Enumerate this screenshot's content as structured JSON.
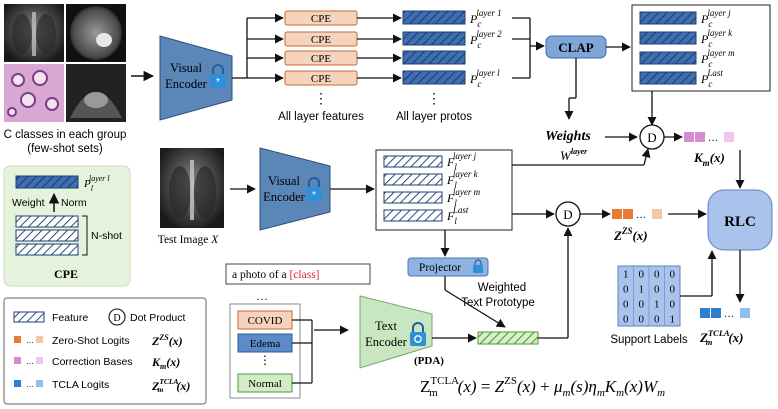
{
  "colors": {
    "encoder_blue": "#5b86b8",
    "cpe_orange": "#f5d3bd",
    "cpe_border": "#c76a33",
    "proto_blue": "#3e6fb3",
    "clap_blue": "#7ea6d9",
    "rlc_blue": "#aac3ec",
    "text_green": "#c8e6c0",
    "cpe_panel_green": "#e6f3dc",
    "lock_blue": "#2f8fd8",
    "class_red": "#e0262a",
    "covid_orange": "#f7d3bd",
    "edema_blue": "#5b8cc8",
    "normal_green": "#d2ecc6",
    "zs_orange": "#e97a32",
    "zs_light": "#f4c7a4",
    "corr_pink": "#d98bcf",
    "corr_light": "#f0c7ea",
    "tcla_blue": "#2f7fd0",
    "tcla_light": "#8ec0ee"
  },
  "top": {
    "caption_line1": "C classes in each group",
    "caption_line2": "(few-shot sets)",
    "visual_encoder_line1": "Visual",
    "visual_encoder_line2": "Encoder",
    "cpe_labels": [
      "CPE",
      "CPE",
      "CPE",
      "CPE"
    ],
    "proto_labels": [
      {
        "base": "P",
        "sub": "c",
        "sup": "layer 1"
      },
      {
        "base": "P",
        "sub": "c",
        "sup": "layer 2"
      },
      {
        "base": "P",
        "sub": "c",
        "sup": "layer l"
      }
    ],
    "ellipsis": "⋮",
    "all_layer_features": "All layer features",
    "all_layer_protos": "All layer protos",
    "clap": "CLAP",
    "selected_protos": [
      {
        "base": "P",
        "sub": "c",
        "sup": "layer j"
      },
      {
        "base": "P",
        "sub": "c",
        "sup": "layer k"
      },
      {
        "base": "P",
        "sub": "c",
        "sup": "layer m"
      },
      {
        "base": "P",
        "sub": "c",
        "sup": "Last"
      }
    ],
    "weights": "Weights",
    "weights_symbol": {
      "base": "W",
      "sup": "layer"
    },
    "dot": "D",
    "km": "K",
    "km_sub": "m",
    "km_arg": "(x)"
  },
  "cpe_panel": {
    "proto": {
      "base": "P",
      "sub": "l",
      "sup": "layer l"
    },
    "weight_norm": "Weight",
    "norm": "Norm",
    "nshot": "N-shot",
    "title": "CPE"
  },
  "middle": {
    "test_image": "Test Image",
    "test_image_var": "X",
    "visual_encoder_line1": "Visual",
    "visual_encoder_line2": "Encoder",
    "features": [
      {
        "base": "F",
        "sub": "l",
        "sup": "layer j"
      },
      {
        "base": "F",
        "sub": "l",
        "sup": "layer k"
      },
      {
        "base": "F",
        "sub": "l",
        "sup": "layer m"
      },
      {
        "base": "F",
        "sub": "l",
        "sup": "Last"
      }
    ],
    "dot": "D",
    "zs": "Z",
    "zs_sup": "ZS",
    "zs_arg": "(x)",
    "rlc": "RLC",
    "projector": "Projector",
    "weighted_text_line1": "Weighted",
    "weighted_text_line2": "Text Prototype"
  },
  "bottom": {
    "prompt_prefix": "a photo of a ",
    "prompt_class": "[class]",
    "classes": [
      "COVID",
      "Edema",
      "Normal"
    ],
    "ellipsis_h": "…",
    "text_encoder_line1": "Text",
    "text_encoder_line2": "Encoder",
    "pda": "(PDA)",
    "support_labels": "Support Labels",
    "support_matrix": [
      [
        1,
        0,
        0,
        0
      ],
      [
        0,
        1,
        0,
        0
      ],
      [
        0,
        0,
        1,
        0
      ],
      [
        0,
        0,
        0,
        1
      ]
    ],
    "tcla": "Z",
    "tcla_sub": "m",
    "tcla_sup": "TCLA",
    "tcla_arg": "(x)"
  },
  "legend": {
    "feature": "Feature",
    "dot_product": "Dot Product",
    "dot": "D",
    "zero_shot": "Zero-Shot Logits",
    "correction": "Correction Bases",
    "tcla": "TCLA Logits",
    "zs_sym": "Z",
    "zs_sup": "ZS",
    "km_sym": "K",
    "km_sub": "m",
    "tcla_sym": "Z",
    "tcla_sub": "m",
    "tcla_sup": "TCLA",
    "arg": "(x)"
  },
  "formula": {
    "lhs": "Z",
    "lhs_sub": "m",
    "lhs_sup": "TCLA",
    "lhs_arg": "(x)",
    "eq": " = ",
    "zs": "Z",
    "zs_sup": "ZS",
    "zs_arg": "(x)",
    "plus": " + ",
    "mu": "μ",
    "mu_sub": "m",
    "mu_arg": "(s)",
    "eta": "η",
    "eta_sub": "m",
    "k": "K",
    "k_sub": "m",
    "k_arg": "(x)",
    "w": "W",
    "w_sub": "m"
  }
}
